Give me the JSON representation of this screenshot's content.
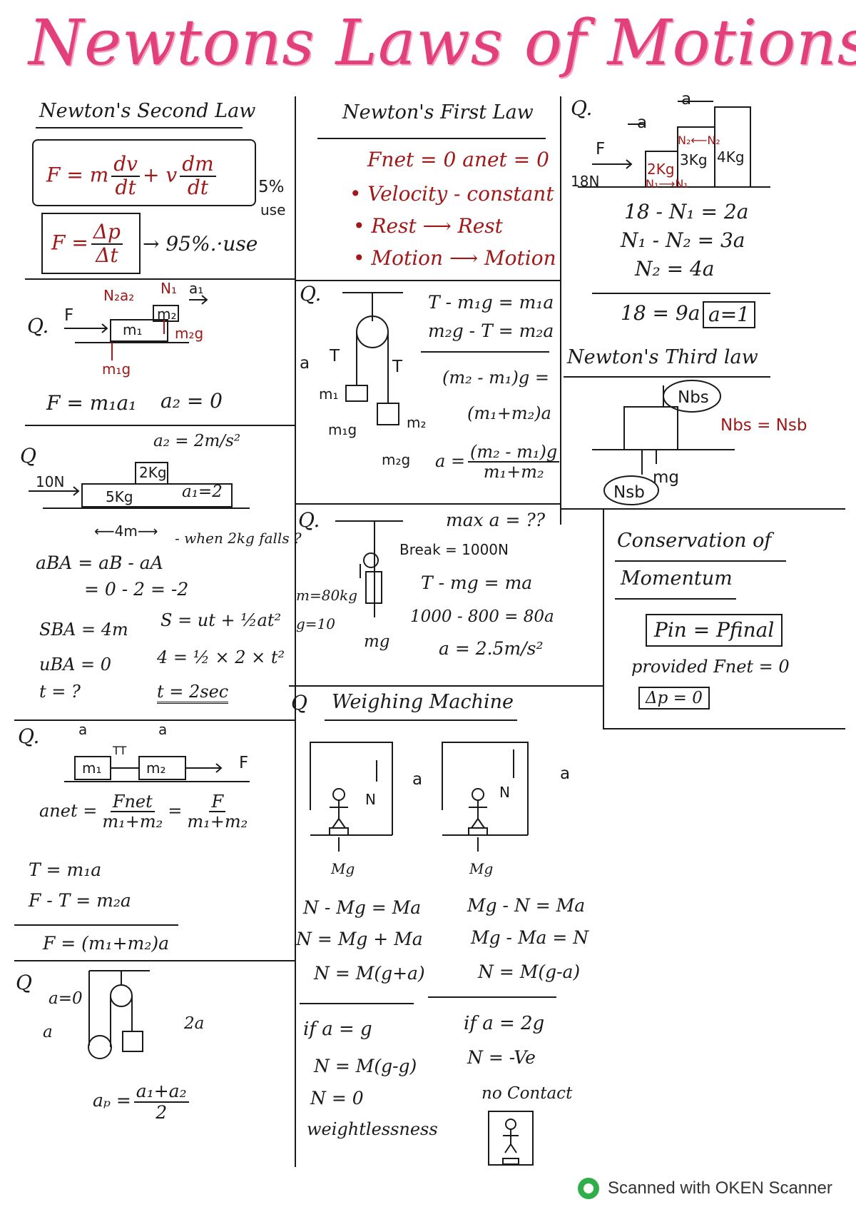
{
  "title": "Newtons Laws of Motions",
  "second_law": {
    "heading": "Newton's Second Law",
    "eq1": "F = m",
    "eq1_f1_n": "dv",
    "eq1_f1_d": "dt",
    "eq1_mid": "+ v",
    "eq1_f2_n": "dm",
    "eq1_f2_d": "dt",
    "eq1_note_pct": "5%",
    "eq1_note_use": "use",
    "eq2": "F =",
    "eq2_n": "Δp",
    "eq2_d": "Δt",
    "eq2_note": "→ 95%.·use"
  },
  "first_law": {
    "heading": "Newton's First Law",
    "line1": "Fnet = 0   anet = 0",
    "line2": "• Velocity - constant",
    "line3": "• Rest ⟶ Rest",
    "line4": "• Motion ⟶ Motion"
  },
  "q_blocks_top": {
    "q": "Q.",
    "a1": "a",
    "a2": "a",
    "f": "F",
    "force": "18N",
    "b2": "2Kg",
    "b3": "3Kg",
    "b4": "4Kg",
    "n2": "N₂⟵N₂",
    "n1": "N₁⟶N₁",
    "eq1": "18 - N₁ = 2a",
    "eq2": "N₁ - N₂ = 3a",
    "eq3": "N₂ = 4a",
    "eq4": "18 = 9a",
    "ans": "a=1"
  },
  "q_stacked": {
    "q": "Q.",
    "f": "F",
    "m1": "m₁",
    "m2": "m₂",
    "n2a2": "N₂a₂",
    "n1": "N₁",
    "a1": "a₁",
    "m2g": "m₂g",
    "m1g": "m₁g",
    "eq1": "F = m₁a₁",
    "eq2": "a₂ = 0"
  },
  "q_pulley": {
    "q": "Q.",
    "t": "T",
    "a": "a",
    "m1": "m₁",
    "m2": "m₂",
    "m1g": "m₁g",
    "m2g": "m₂g",
    "eq1": "T - m₁g = m₁a",
    "eq2": "m₂g - T = m₂a",
    "eq3": "(m₂ - m₁)g =",
    "eq4": "(m₁+m₂)a",
    "eq5": "a =",
    "eq5_n": "(m₂ - m₁)g",
    "eq5_d": "m₁+m₂"
  },
  "third_law": {
    "heading": "Newton's Third law",
    "nbs": "Nbs",
    "nsb": "Nsb",
    "mg": "mg",
    "eq": "Nbs = Nsb"
  },
  "q_slab": {
    "q": "Q",
    "a2": "a₂ = 2m/s²",
    "force": "10N",
    "b2": "2Kg",
    "b5": "5Kg",
    "a1": "a₁=2",
    "len": "⟵4m⟶",
    "question": "- when 2kg falls ?",
    "eq1": "aBA = aB - aA",
    "eq2": "= 0 - 2 = -2",
    "eq3": "SBA = 4m",
    "eq4": "S = ut + ½at²",
    "eq5": "uBA = 0",
    "eq6": "4 = ½ × 2 × t²",
    "eq7": "t = ?",
    "eq8": "t = 2sec"
  },
  "q_rope": {
    "q": "Q.",
    "max": "max a = ??",
    "break": "Break = 1000N",
    "m": "m=80kg",
    "g": "g=10",
    "mg": "mg",
    "eq1": "T - mg = ma",
    "eq2": "1000 - 800 = 80a",
    "eq3": "a = 2.5m/s²"
  },
  "momentum": {
    "heading1": "Conservation of",
    "heading2": "Momentum",
    "eq": "Pin = Pfinal",
    "cond": "provided Fnet = 0",
    "res": "Δp = 0"
  },
  "q_connected": {
    "q": "Q.",
    "a1": "a",
    "a2": "a",
    "m1": "m₁",
    "m2": "m₂",
    "tt": "TT",
    "f": "F",
    "anet": "anet =",
    "f_n": "Fnet",
    "f_d": "m₁+m₂",
    "eq_eq": "=",
    "f2_n": "F",
    "f2_d": "m₁+m₂",
    "eq1": "T = m₁a",
    "eq2": "F - T = m₂a",
    "eq3": "F = (m₁+m₂)a"
  },
  "weighing": {
    "q": "Q",
    "heading": "Weighing Machine",
    "n": "N",
    "a": "a",
    "mg": "Mg",
    "l1": "N - Mg = Ma",
    "l2": "N = Mg + Ma",
    "l3": "N = M(g+a)",
    "r1": "Mg - N = Ma",
    "r2": "Mg - Ma = N",
    "r3": "N = M(g-a)",
    "if1": "if  a = g",
    "if1b": "N = M(g-g)",
    "if1c": "N = 0",
    "if1d": "weightlessness",
    "if2": "if  a = 2g",
    "if2b": "N = -Ve",
    "if2c": "no Contact"
  },
  "q_pulley2": {
    "q": "Q",
    "a0": "a=0",
    "a": "a",
    "a2": "2a",
    "eq": "aₚ =",
    "eq_n": "a₁+a₂",
    "eq_d": "2"
  },
  "footer": "Scanned with OKEN Scanner"
}
